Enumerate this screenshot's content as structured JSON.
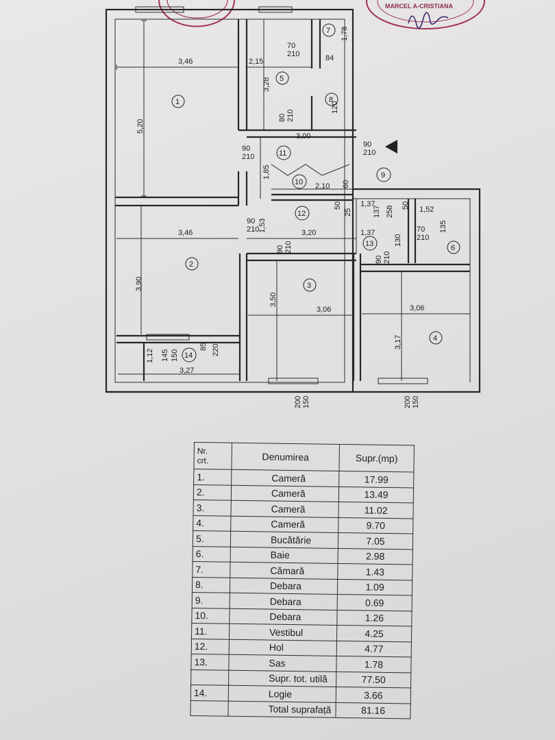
{
  "stamp": {
    "name": "MARCEL A-CRISTIANA"
  },
  "plan": {
    "rooms": [
      "1",
      "2",
      "3",
      "4",
      "5",
      "6",
      "7",
      "8",
      "9",
      "10",
      "11",
      "12",
      "13",
      "14"
    ],
    "dims": {
      "r1_w": "3,46",
      "r1_h": "5,20",
      "r5_w": "2,15",
      "r5_h": "3,28",
      "d_70_210": "70\n210",
      "r7_84": "84",
      "r7_178": "1,78",
      "r8_120": "120",
      "d_80_210": "80\n210",
      "r8_300": "3,00",
      "d_90_210_a": "90\n210",
      "d_90_210_b": "90\n210",
      "r11_185": "1,85",
      "r10_210": "2,10",
      "r10_60": "60",
      "r12_50a": "50",
      "r12_25": "25",
      "r12_137a": "1,37",
      "r12_137b": "137",
      "r12_258": "258",
      "r12_50b": "50",
      "r6_152": "1,52",
      "r6_135": "135",
      "d_70_210_b": "70\n210",
      "r2_w": "3,46",
      "r2_h": "3,90",
      "d_90_210_c": "90\n210",
      "r12_153": "1,53",
      "r12_320": "3,20",
      "d_90_210_d": "90\n210",
      "r13_137": "1,37",
      "d_90_210_e": "90\n210",
      "r13_130": "130",
      "r3_w": "3,06",
      "r3_h": "3,50",
      "r4_w": "3,06",
      "r4_h": "3,17",
      "r14_112": "1,12",
      "r14_145": "145",
      "r14_150": "150",
      "r14_85": "85",
      "r14_220": "220",
      "r14_327": "3,27",
      "win3": "200\n150",
      "win4": "200\n150"
    }
  },
  "table": {
    "headers": [
      "Nr.\ncrt.",
      "Denumirea",
      "Supr.(mp)"
    ],
    "rows": [
      [
        "1.",
        "Cameră",
        "17.99"
      ],
      [
        "2.",
        "Cameră",
        "13.49"
      ],
      [
        "3.",
        "Cameră",
        "11.02"
      ],
      [
        "4.",
        "Cameră",
        "9.70"
      ],
      [
        "5.",
        "Bucătărie",
        "7.05"
      ],
      [
        "6.",
        "Baie",
        "2.98"
      ],
      [
        "7.",
        "Cămară",
        "1.43"
      ],
      [
        "8.",
        "Debara",
        "1.09"
      ],
      [
        "9.",
        "Debara",
        "0.69"
      ],
      [
        "10.",
        "Debara",
        "1.26"
      ],
      [
        "11.",
        "Vestibul",
        "4.25"
      ],
      [
        "12.",
        "Hol",
        "4.77"
      ],
      [
        "13.",
        "Sas",
        "1.78"
      ],
      [
        "",
        "Supr. tot. utilă",
        "77.50"
      ],
      [
        "14.",
        "Logie",
        "3.66"
      ],
      [
        "",
        "Total suprafață",
        "81.16"
      ]
    ]
  }
}
